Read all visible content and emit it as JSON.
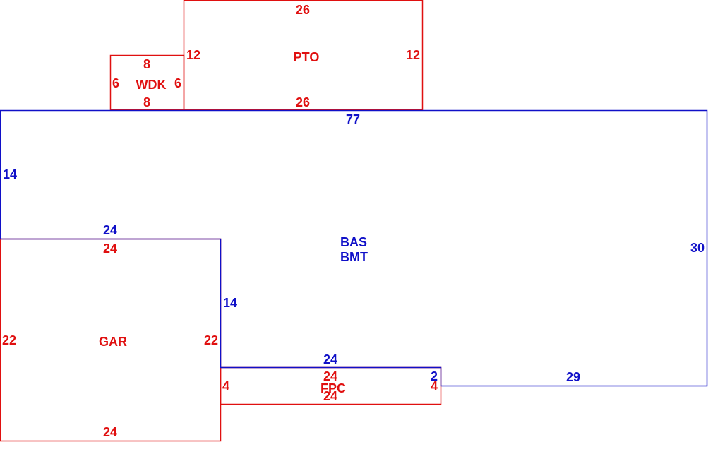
{
  "sketch": {
    "colors": {
      "main_structure": "#1010c8",
      "attached_areas": "#e01010",
      "background": "#ffffff"
    },
    "areas": [
      {
        "code": "BAS",
        "secondary_code": "BMT",
        "description": "main structure",
        "color": "blue",
        "edges": [
          "77",
          "30",
          "29",
          "2",
          "24",
          "14",
          "24",
          "14"
        ]
      },
      {
        "code": "PTO",
        "color": "red",
        "edges": [
          "26",
          "12",
          "26",
          "12"
        ]
      },
      {
        "code": "WDK",
        "color": "red",
        "edges": [
          "8",
          "6",
          "8",
          "6"
        ]
      },
      {
        "code": "GAR",
        "color": "red",
        "edges": [
          "24",
          "22",
          "24",
          "22"
        ]
      },
      {
        "code": "FPC",
        "color": "red",
        "edges": [
          "24",
          "4",
          "24",
          "4"
        ]
      }
    ],
    "labels": {
      "pto_top": "26",
      "pto_bottom": "26",
      "pto_left": "12",
      "pto_right": "12",
      "pto_name": "PTO",
      "wdk_top": "8",
      "wdk_bottom": "8",
      "wdk_left": "6",
      "wdk_right": "6",
      "wdk_name": "WDK",
      "bas_top": "77",
      "bas_left": "14",
      "bas_right": "30",
      "bas_bottom_right": "29",
      "bas_step_top": "24",
      "bas_step_vertical": "14",
      "bas_fpc_top": "24",
      "bas_fpc_right": "2",
      "bas_name": "BAS",
      "bmt_name": "BMT",
      "gar_top": "24",
      "gar_bottom": "24",
      "gar_left": "22",
      "gar_right": "22",
      "gar_name": "GAR",
      "fpc_top": "24",
      "fpc_bottom": "24",
      "fpc_left": "4",
      "fpc_right": "4",
      "fpc_name": "FPC"
    }
  }
}
